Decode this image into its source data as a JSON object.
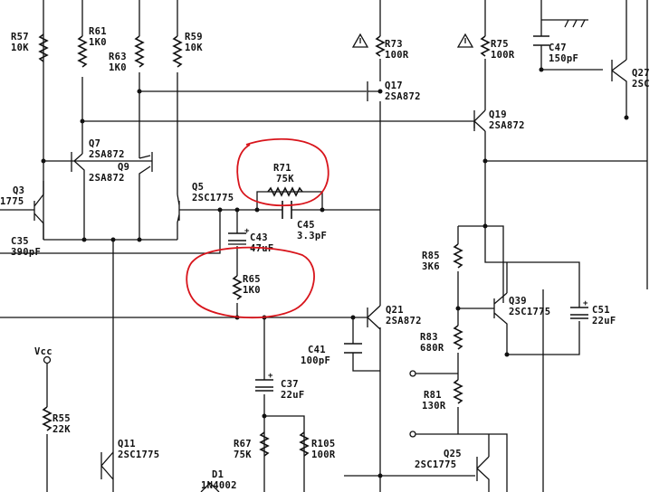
{
  "components": [
    {
      "id": "r57",
      "ref": "R57",
      "value": "10K"
    },
    {
      "id": "r61",
      "ref": "R61",
      "value": "1K0"
    },
    {
      "id": "r63",
      "ref": "R63",
      "value": "1K0"
    },
    {
      "id": "r59",
      "ref": "R59",
      "value": "10K"
    },
    {
      "id": "r73",
      "ref": "R73",
      "value": "100R"
    },
    {
      "id": "r75",
      "ref": "R75",
      "value": "100R"
    },
    {
      "id": "c47",
      "ref": "C47",
      "value": "150pF"
    },
    {
      "id": "q27",
      "ref": "Q27",
      "value": "2SC"
    },
    {
      "id": "q17",
      "ref": "Q17",
      "value": "2SA872"
    },
    {
      "id": "q19",
      "ref": "Q19",
      "value": "2SA872"
    },
    {
      "id": "q7",
      "ref": "Q7",
      "value": "2SA872"
    },
    {
      "id": "q9",
      "ref": "Q9",
      "value": "2SA872"
    },
    {
      "id": "q5",
      "ref": "Q5",
      "value": "2SC1775"
    },
    {
      "id": "q3",
      "ref": "Q3",
      "value": "1775"
    },
    {
      "id": "r71",
      "ref": "R71",
      "value": "75K"
    },
    {
      "id": "c45",
      "ref": "C45",
      "value": "3.3pF"
    },
    {
      "id": "c35",
      "ref": "C35",
      "value": "390pF"
    },
    {
      "id": "c43",
      "ref": "C43",
      "value": "47uF"
    },
    {
      "id": "r65",
      "ref": "R65",
      "value": "1K0"
    },
    {
      "id": "r85",
      "ref": "R85",
      "value": "3K6"
    },
    {
      "id": "q39",
      "ref": "Q39",
      "value": "2SC1775"
    },
    {
      "id": "c51",
      "ref": "C51",
      "value": "22uF"
    },
    {
      "id": "q21",
      "ref": "Q21",
      "value": "2SA872"
    },
    {
      "id": "r83",
      "ref": "R83",
      "value": "680R"
    },
    {
      "id": "c41",
      "ref": "C41",
      "value": "100pF"
    },
    {
      "id": "r81",
      "ref": "R81",
      "value": "130R"
    },
    {
      "id": "c37",
      "ref": "C37",
      "value": "22uF"
    },
    {
      "id": "r55",
      "ref": "R55",
      "value": "22K"
    },
    {
      "id": "q11",
      "ref": "Q11",
      "value": "2SC1775"
    },
    {
      "id": "r67",
      "ref": "R67",
      "value": "75K"
    },
    {
      "id": "r105",
      "ref": "R105",
      "value": "100R"
    },
    {
      "id": "q25",
      "ref": "Q25",
      "value": "2SC1775"
    },
    {
      "id": "d1",
      "ref": "D1",
      "value": "1N4002"
    }
  ],
  "supply_label": "Vcc",
  "highlight_color": "#d8141b",
  "ink_color": "#111111",
  "warning_icon": "triangle-exclamation-icon",
  "ground_icon": "chassis-ground-icon"
}
